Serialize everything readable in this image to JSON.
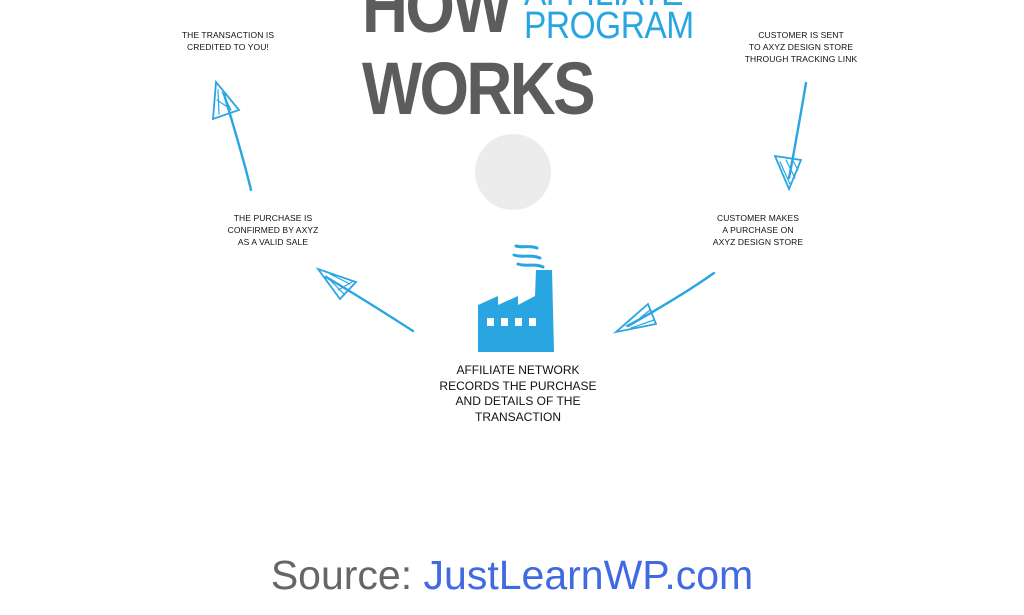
{
  "title": {
    "line1": "HOW",
    "partial_line": "AFFILIATE",
    "program": "PROGRAM",
    "line2": "WORKS"
  },
  "steps": {
    "credited": [
      "THE TRANSACTION IS",
      "CREDITED TO YOU!"
    ],
    "sent": [
      "CUSTOMER IS SENT",
      "TO AXYZ DESIGN STORE",
      "THROUGH TRACKING LINK"
    ],
    "purchase": [
      "CUSTOMER MAKES",
      "A PURCHASE ON",
      "AXYZ DESIGN STORE"
    ],
    "confirmed": [
      "THE PURCHASE IS",
      "CONFIRMED BY AXYZ",
      "AS A VALID SALE"
    ],
    "network": [
      "AFFILIATE NETWORK",
      "RECORDS THE PURCHASE",
      "AND DETAILS OF THE",
      "TRANSACTION"
    ]
  },
  "source": {
    "label": "Source: ",
    "link": "JustLearnWP.com"
  },
  "colors": {
    "accent": "#29a6e2",
    "title_gray": "#5c5c5c",
    "link": "#4169e1",
    "dot": "#ececec"
  },
  "icons": {
    "factory": "factory-icon",
    "arrow": "sketched-arrow-icon"
  }
}
